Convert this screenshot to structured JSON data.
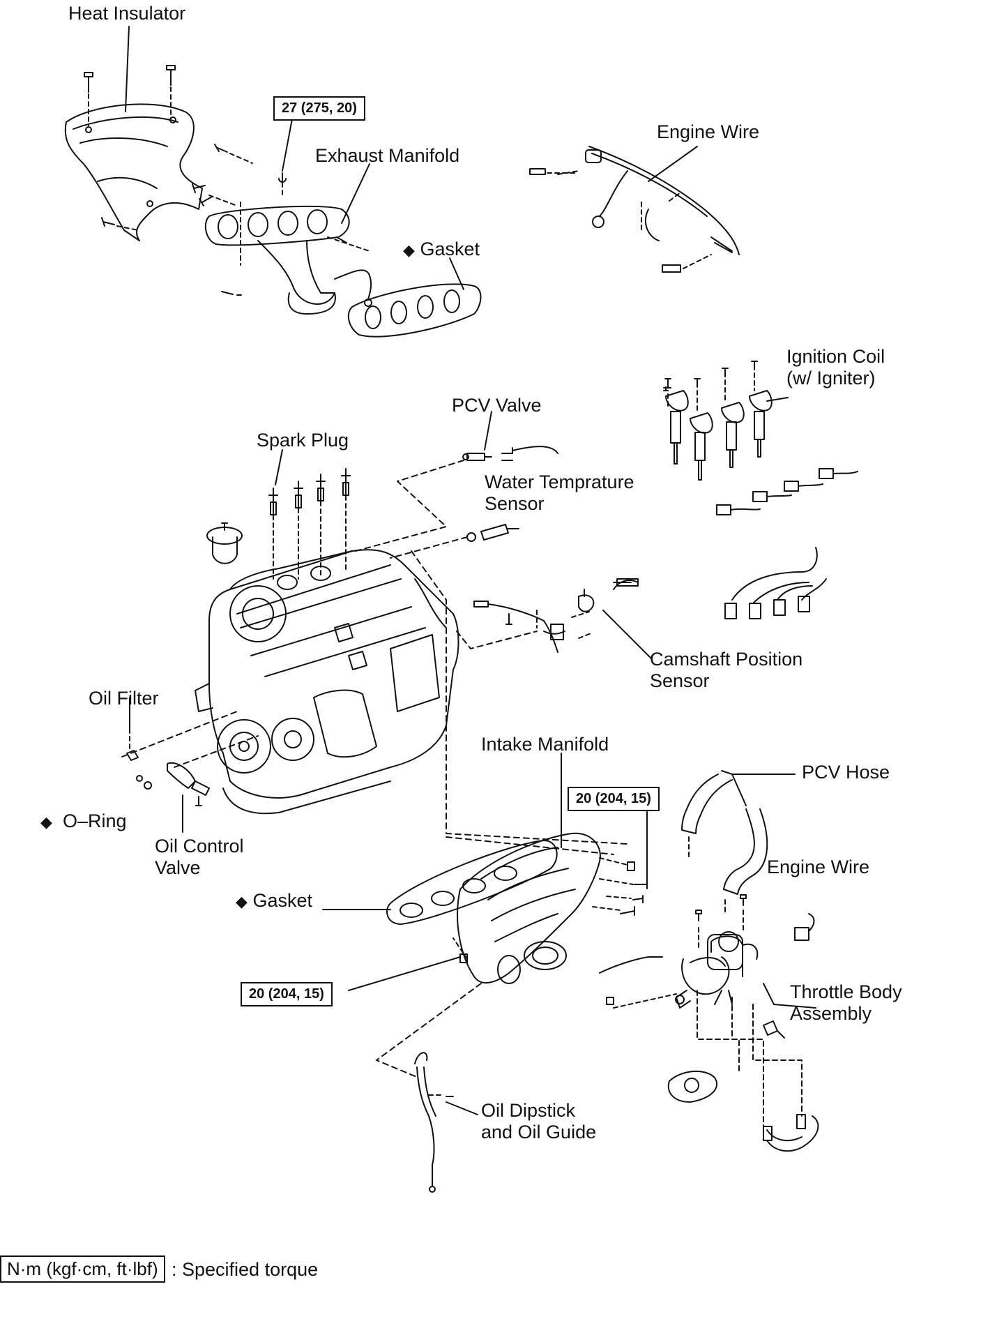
{
  "labels": {
    "heat_insulator": "Heat Insulator",
    "exhaust_manifold": "Exhaust Manifold",
    "gasket_top": "Gasket",
    "engine_wire_top": "Engine Wire",
    "ignition_coil_l1": "Ignition Coil",
    "ignition_coil_l2": "(w/ Igniter)",
    "pcv_valve": "PCV Valve",
    "spark_plug": "Spark Plug",
    "water_temp_l1": "Water Temprature",
    "water_temp_l2": "Sensor",
    "camshaft_l1": "Camshaft Position",
    "camshaft_l2": "Sensor",
    "oil_filter": "Oil Filter",
    "o_ring": "O–Ring",
    "oil_control_l1": "Oil Control",
    "oil_control_l2": "Valve",
    "intake_manifold": "Intake Manifold",
    "pcv_hose": "PCV Hose",
    "engine_wire_bottom": "Engine Wire",
    "gasket_bottom": "Gasket",
    "throttle_l1": "Throttle Body",
    "throttle_l2": "Assembly",
    "dipstick_l1": "Oil Dipstick",
    "dipstick_l2": "and Oil Guide"
  },
  "torques": {
    "exhaust": "27 (275, 20)",
    "intake_upper": "20 (204, 15)",
    "intake_lower": "20 (204, 15)"
  },
  "legend": {
    "box": "N·m (kgf·cm, ft·lbf)",
    "text": ": Specified torque"
  },
  "marker": "◆"
}
